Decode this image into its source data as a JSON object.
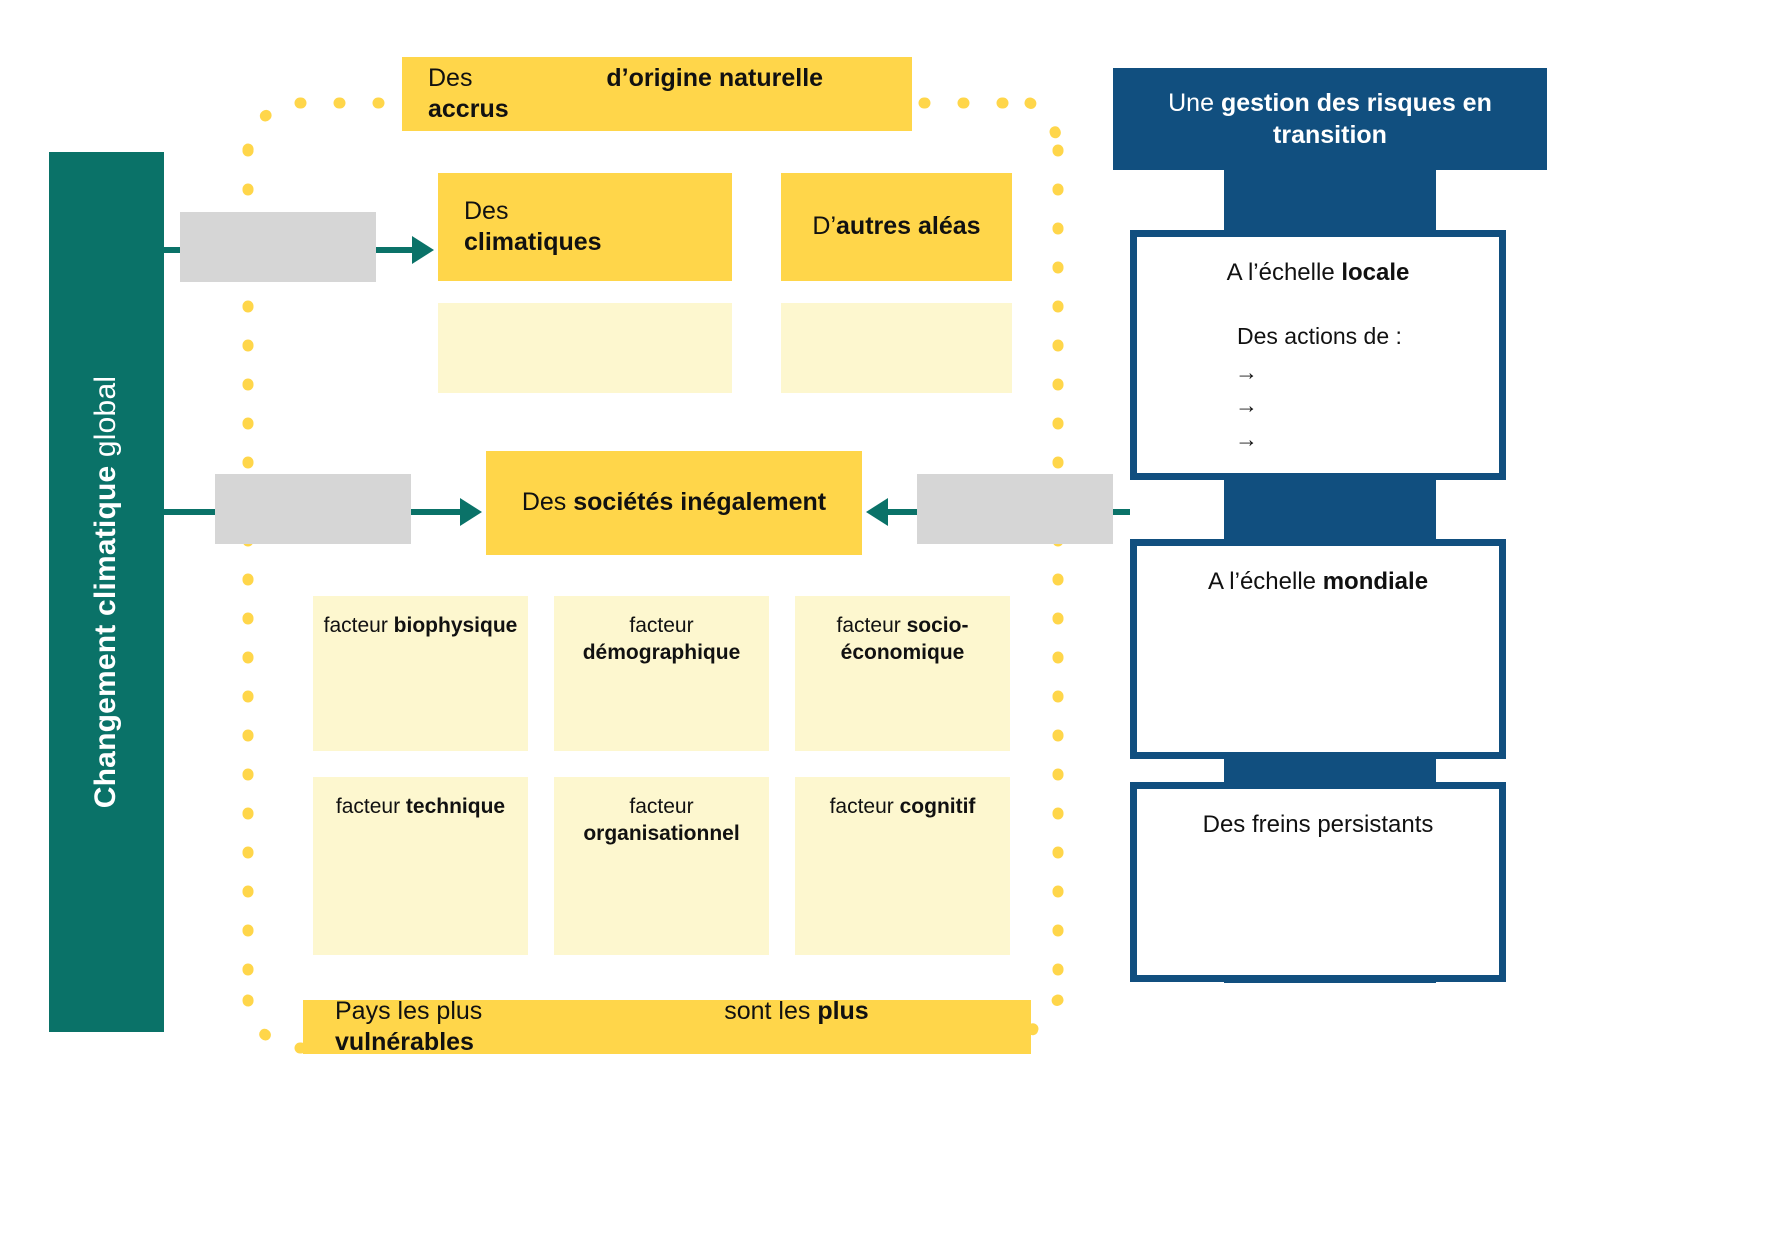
{
  "left_band": {
    "bold_text": "Changement climatique",
    "regular_text": " global"
  },
  "boxes": {
    "hazards_natural": {
      "lead": "Des",
      "blank": "",
      "tail": "d’origine naturelle accrus"
    },
    "hazards_climatic": {
      "lead": "Des",
      "blank": "",
      "tail": "climatiques"
    },
    "hazards_other": {
      "lead": "D’",
      "tail": "autres aléas"
    },
    "societies": {
      "lead": "Des ",
      "tail": "sociétés inégalement"
    },
    "bottom_banner": {
      "lead": "Pays les plus",
      "blank": "",
      "mid": "sont les ",
      "tail": "plus vulnérables"
    }
  },
  "empty_boxes": {
    "under_climatic": "",
    "under_other": ""
  },
  "factors": [
    {
      "lead": "facteur ",
      "bold": "biophysique",
      "layout": "inline"
    },
    {
      "lead": "facteur",
      "bold": "démographique",
      "layout": "stacked"
    },
    {
      "lead": "facteur ",
      "bold": "socio-économique",
      "layout": "wrap"
    },
    {
      "lead": "facteur ",
      "bold": "technique",
      "layout": "inline"
    },
    {
      "lead": "facteur",
      "bold": "organisationnel",
      "layout": "stacked"
    },
    {
      "lead": "facteur ",
      "bold": "cognitif",
      "layout": "inline"
    }
  ],
  "right_panel": {
    "header": {
      "lead": "Une ",
      "bold": "gestion des risques en transition"
    },
    "cards": [
      {
        "title_lead": "A l’échelle ",
        "title_bold": "locale",
        "subtitle": "Des actions de  :",
        "bullets": [
          "→",
          "→",
          "→"
        ]
      },
      {
        "title_lead": "A l’échelle ",
        "title_bold": "mondiale",
        "subtitle": "",
        "bullets": []
      },
      {
        "title_lead": "Des freins persistants",
        "title_bold": "",
        "subtitle": "",
        "bullets": []
      }
    ]
  },
  "colors": {
    "teal": "#0a7268",
    "yellow": "#ffd64a",
    "pale_yellow": "#fdf7cf",
    "navy": "#114f7f",
    "grey": "#d6d6d6",
    "dot_yellow": "#ffd64a"
  },
  "grey_placeholders": [
    "",
    "",
    ""
  ]
}
